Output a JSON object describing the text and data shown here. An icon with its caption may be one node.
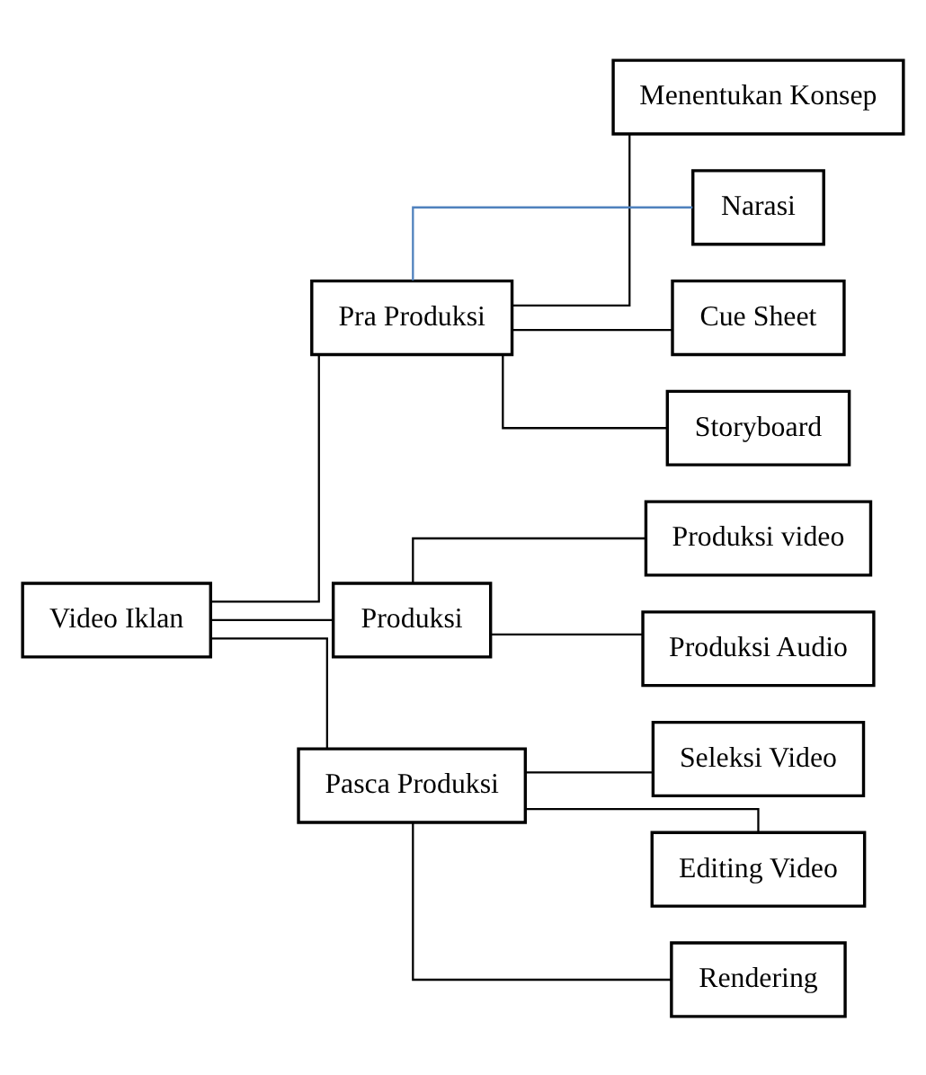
{
  "diagram": {
    "nodes": [
      {
        "text": [
          "Video Iklan"
        ]
      },
      {
        "text": [
          "Pra Produksi"
        ]
      },
      {
        "text": [
          "Produksi"
        ]
      },
      {
        "text": [
          "Pasca Produksi"
        ]
      },
      {
        "text": [
          "Menentukan Konsep"
        ]
      },
      {
        "text": [
          "Narasi"
        ]
      },
      {
        "text": [
          "Cue Sheet"
        ]
      },
      {
        "text": [
          "Storyboard"
        ]
      },
      {
        "text": [
          "Produksi video"
        ]
      },
      {
        "text": [
          "Produksi Audio"
        ]
      },
      {
        "text": [
          "Seleksi Video"
        ]
      },
      {
        "text": [
          "Editing Video"
        ]
      },
      {
        "text": [
          "Rendering"
        ]
      }
    ],
    "edges": [
      {
        "from": 0,
        "to": 1,
        "arrow": "none"
      },
      {
        "from": 0,
        "to": 2,
        "arrow": "none"
      },
      {
        "from": 0,
        "to": 3,
        "arrow": "none"
      },
      {
        "from": 1,
        "to": 4,
        "arrow": "none"
      },
      {
        "from": 1,
        "to": 5,
        "arrow": "none",
        "color": "#4f81bd"
      },
      {
        "from": 1,
        "to": 6,
        "arrow": "none"
      },
      {
        "from": 1,
        "to": 7,
        "arrow": "none"
      },
      {
        "from": 2,
        "to": 8,
        "arrow": "none"
      },
      {
        "from": 2,
        "to": 9,
        "arrow": "none"
      },
      {
        "from": 3,
        "to": 10,
        "arrow": "none"
      },
      {
        "from": 3,
        "to": 11,
        "arrow": "none"
      },
      {
        "from": 3,
        "to": 12,
        "arrow": "none"
      }
    ]
  }
}
